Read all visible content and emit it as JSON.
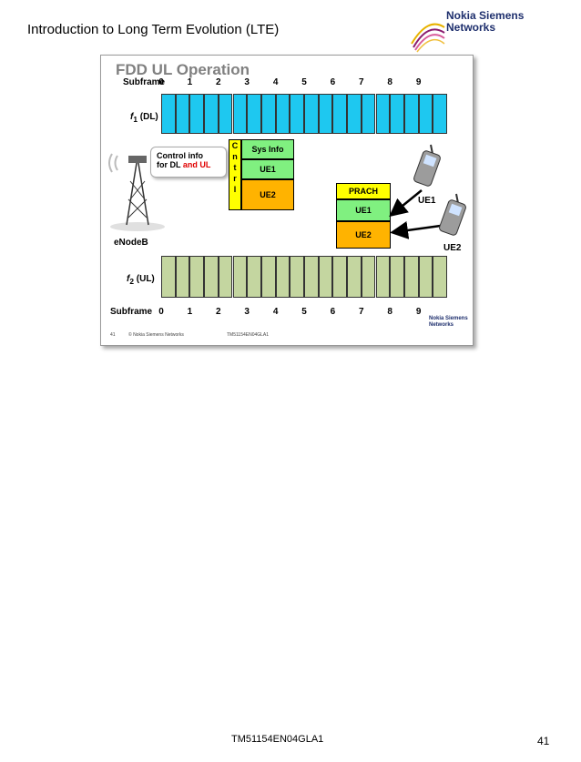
{
  "header": {
    "title": "Introduction to Long Term Evolution (LTE)"
  },
  "logo": {
    "line1": "Nokia Siemens",
    "line2": "Networks"
  },
  "slide": {
    "title": "FDD UL Operation",
    "subframe_label": "Subframe",
    "subframes": [
      "0",
      "1",
      "2",
      "3",
      "4",
      "5",
      "6",
      "7",
      "8",
      "9"
    ],
    "dl_label": "(DL)",
    "dl_freq": "f",
    "dl_sub": "1",
    "ul_label": "(UL)",
    "ul_freq": "f",
    "ul_sub": "2",
    "enodeb_label": "eNodeB",
    "callout_line1": "Control info",
    "callout_line2a": "for DL ",
    "callout_line2b": "and UL",
    "control_letters": [
      "C",
      "n",
      "t",
      "r",
      "l"
    ],
    "sys_info": "Sys Info",
    "ue1": "UE1",
    "ue2": "UE2",
    "prach": "PRACH",
    "ue1_label": "UE1",
    "ue2_label": "UE2",
    "footer_slide_num": "41",
    "footer_copyright": "© Nokia Siemens Networks",
    "footer_code": "TM51154EN04GLA1",
    "footer_logo_line1": "Nokia Siemens",
    "footer_logo_line2": "Networks"
  },
  "footer": {
    "code": "TM51154EN04GLA1",
    "page": "41"
  },
  "colors": {
    "dl_cell": "#1ec8f0",
    "ul_cell": "#c4d6a0",
    "control": "#ffff00",
    "green": "#80f080",
    "orange": "#ffb300"
  }
}
